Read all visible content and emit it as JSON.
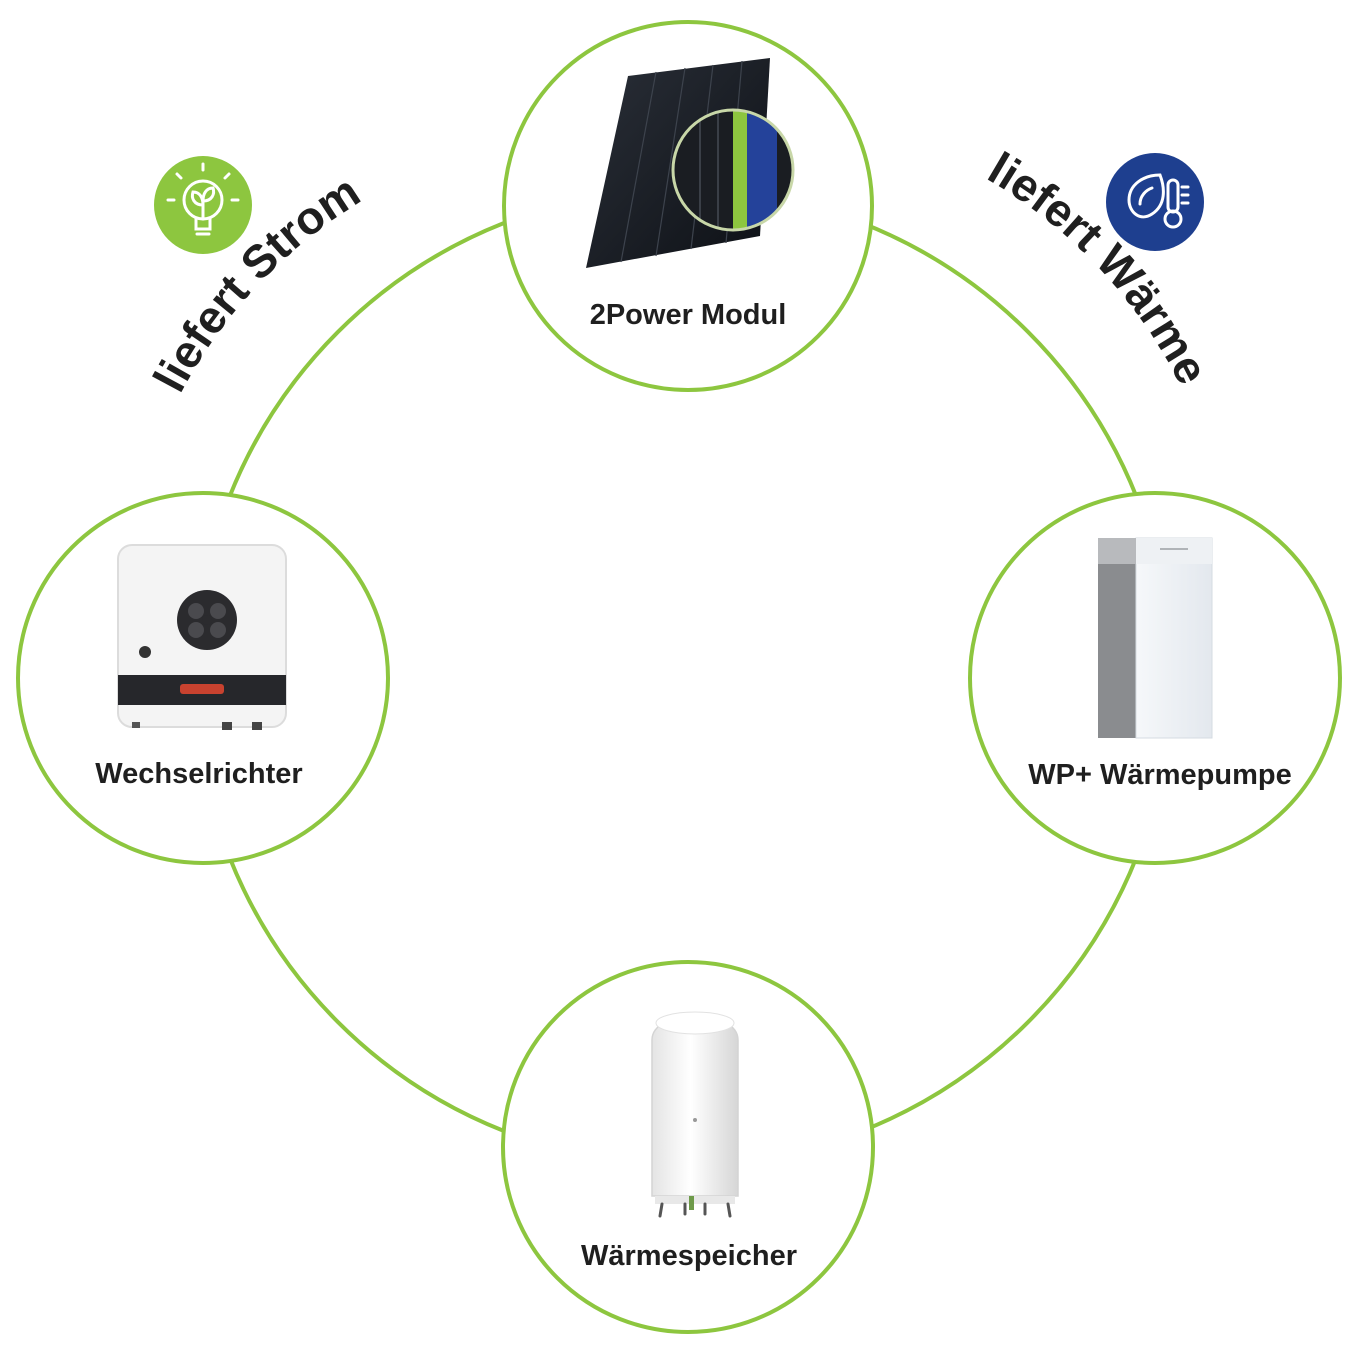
{
  "colors": {
    "ring": "#8dc63f",
    "node_border": "#8dc63f",
    "strom_badge": "#8dc63f",
    "waerme_badge": "#1e3f8f",
    "text": "#1f1f1f"
  },
  "arc_labels": {
    "strom": "liefert Strom",
    "waerme": "liefert Wärme"
  },
  "badges": {
    "strom_icon": "lightbulb-leaf-icon",
    "waerme_icon": "water-drop-thermometer-icon"
  },
  "nodes": {
    "module": {
      "label": "2Power Modul",
      "icon": "solar-panel-icon"
    },
    "inverter": {
      "label": "Wechselrichter",
      "icon": "inverter-icon"
    },
    "heatpump": {
      "label": "WP+ Wärmepumpe",
      "icon": "heat-pump-icon"
    },
    "storage": {
      "label": "Wärmespeicher",
      "icon": "water-tank-icon"
    }
  }
}
